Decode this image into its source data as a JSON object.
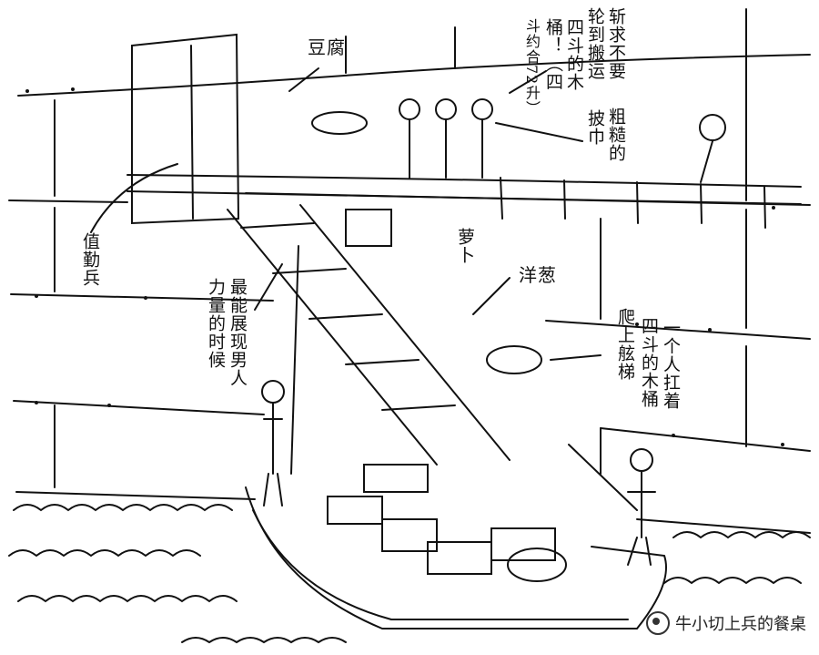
{
  "labels": {
    "tofu": "豆腐",
    "spinach_note": [
      "斩求不要",
      "轮到搬运",
      "四斗的木",
      "桶！（四",
      "斗约合72升）"
    ],
    "coarse_towel": [
      "粗糙的",
      "披巾"
    ],
    "duty_soldier": [
      "值勤兵"
    ],
    "radish": [
      "萝卜"
    ],
    "onion": "洋葱",
    "best_moment": [
      "最能展现男人",
      "力量的时候"
    ],
    "one_person_carry": [
      "一个人扛着",
      "四斗的木桶",
      "爬上舷梯"
    ]
  },
  "watermark": "牛小切上兵的餐桌"
}
